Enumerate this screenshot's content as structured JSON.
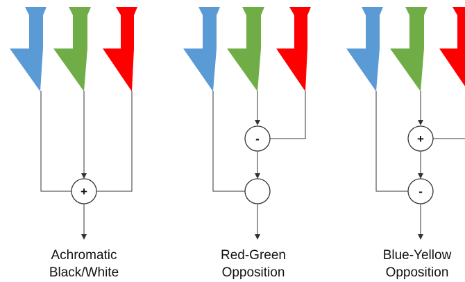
{
  "colors": {
    "s_cone": "#5b9bd5",
    "m_cone": "#70ad47",
    "l_cone": "#ff0000",
    "wire": "#333333"
  },
  "panels": [
    {
      "id": "achromatic",
      "caption": [
        "Achromatic",
        "Black/White"
      ],
      "nodes": [
        "+"
      ]
    },
    {
      "id": "red-green",
      "caption": [
        "Red-Green",
        "Opposition"
      ],
      "nodes": [
        "-",
        ""
      ]
    },
    {
      "id": "blue-yellow",
      "caption": [
        "Blue-Yellow",
        "Opposition"
      ],
      "nodes": [
        "+",
        "-"
      ]
    }
  ]
}
